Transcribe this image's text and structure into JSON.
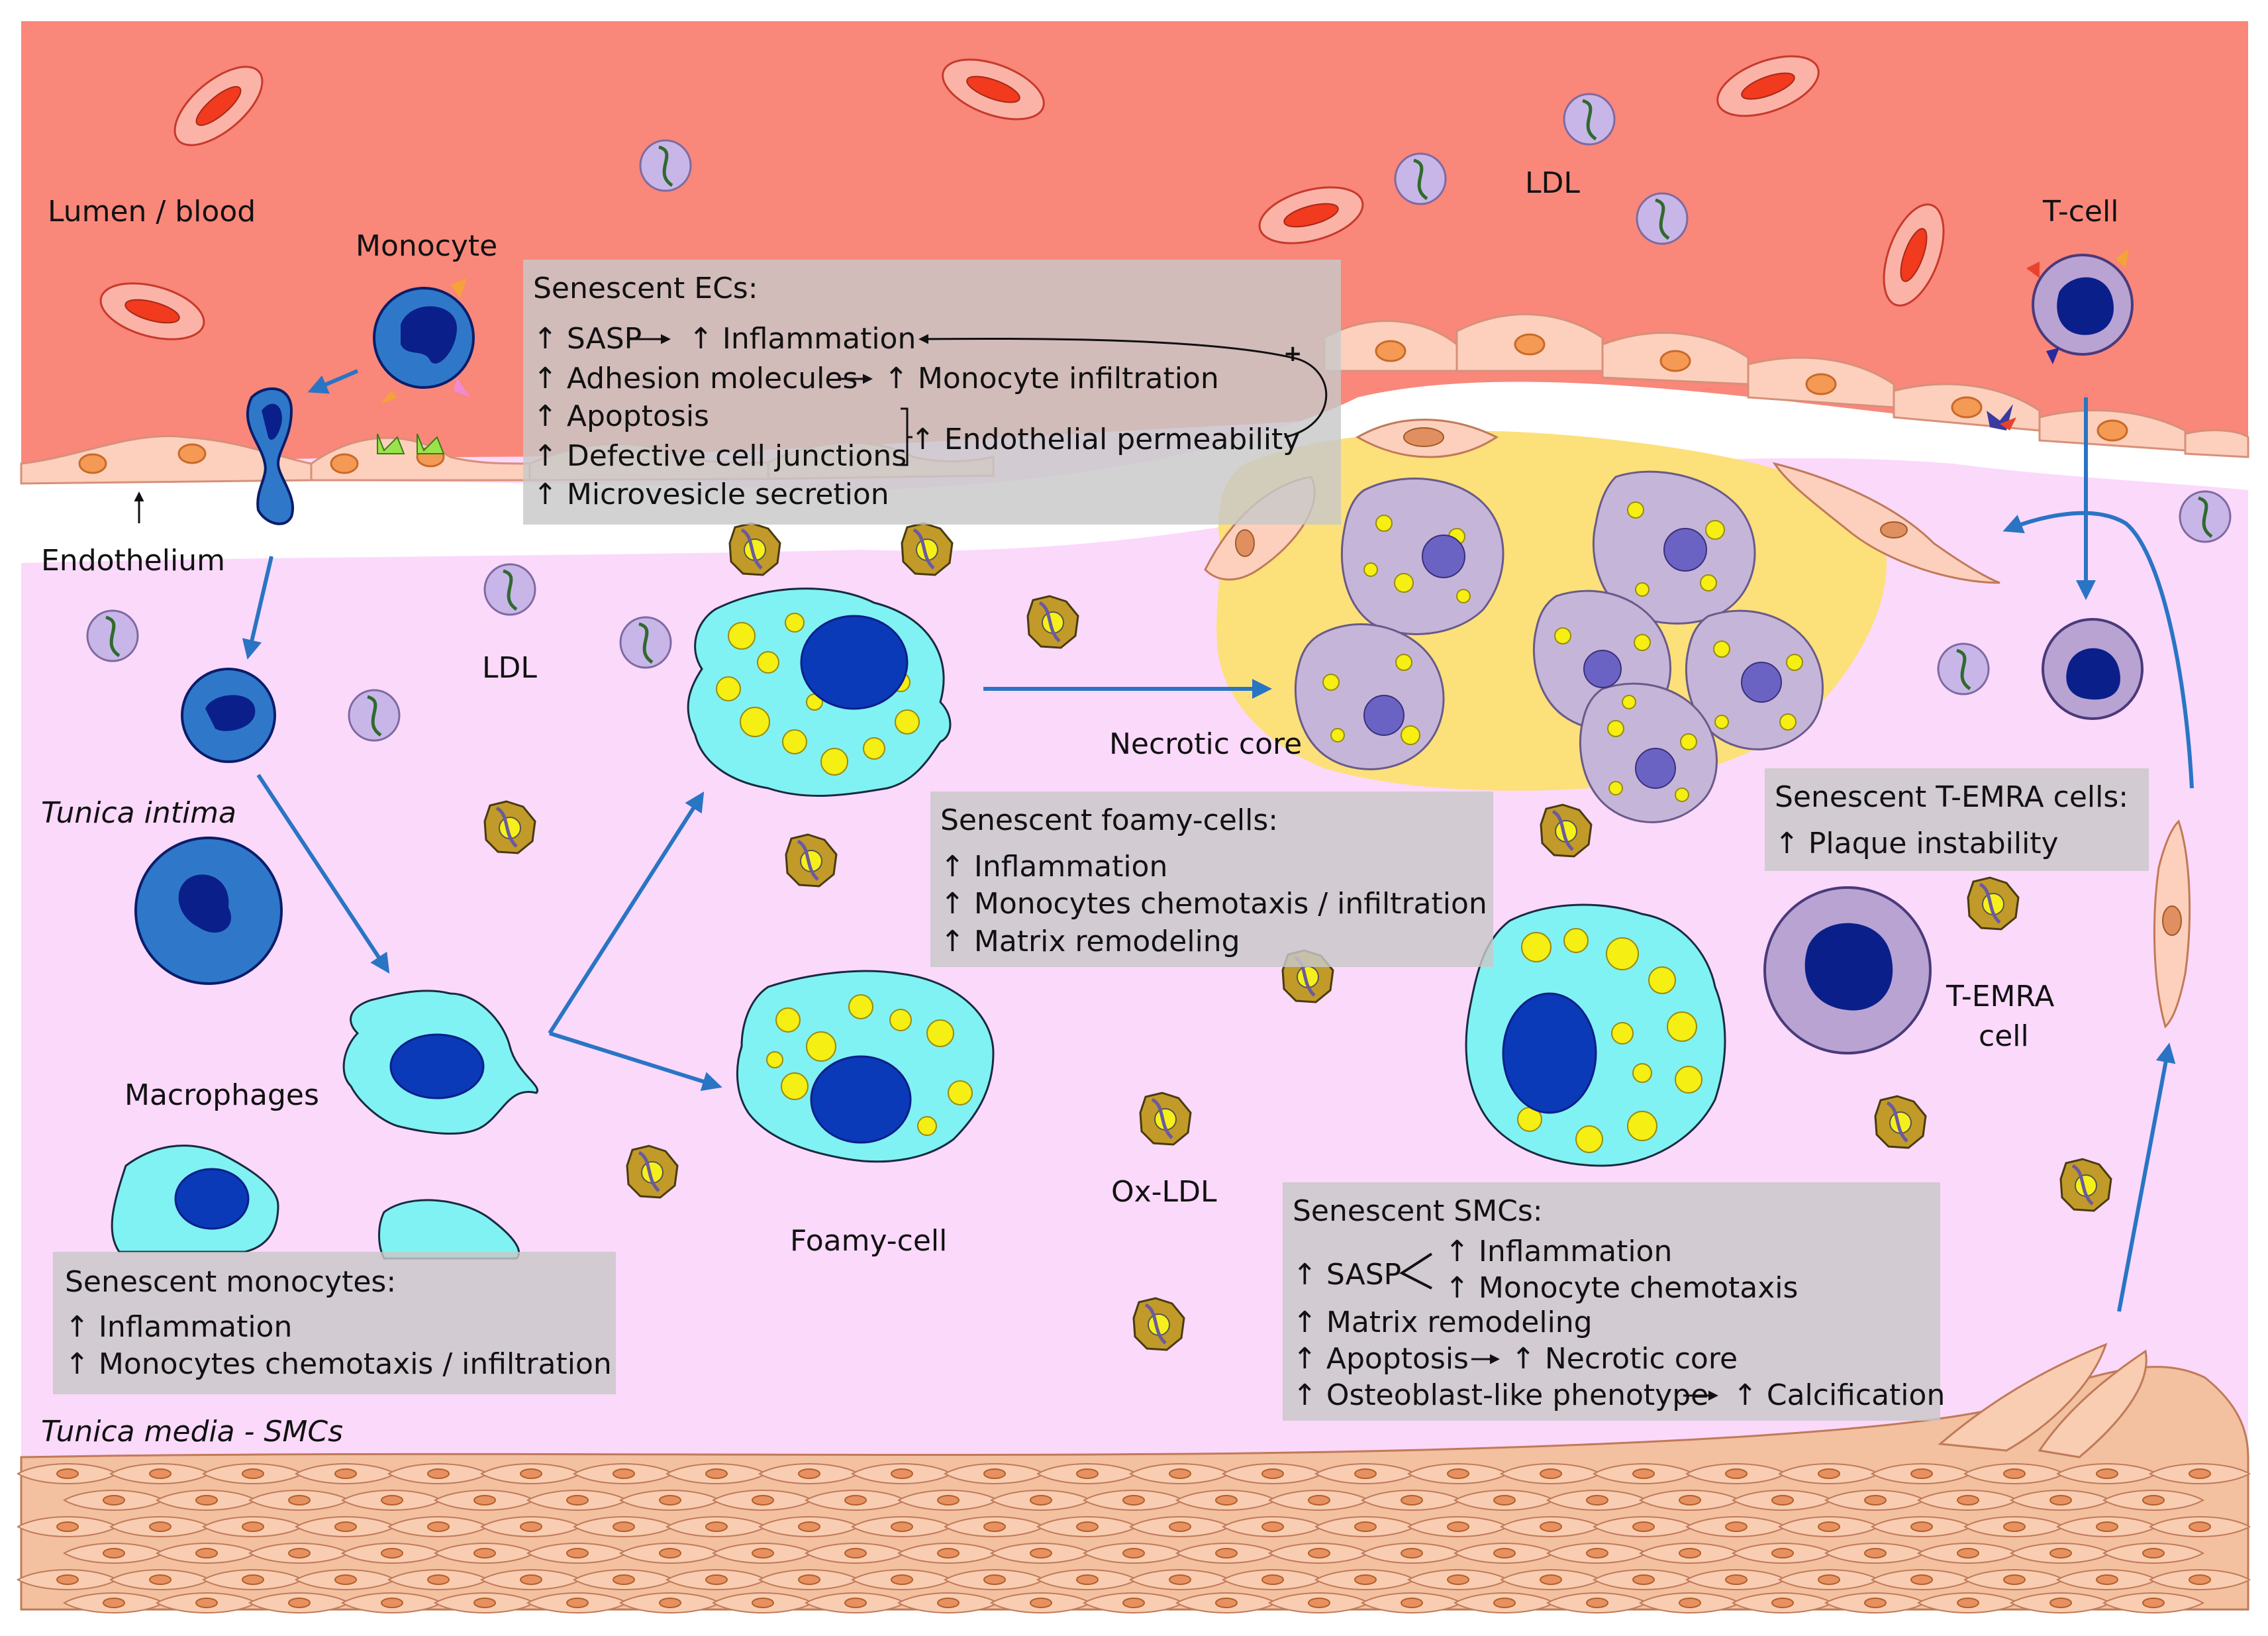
{
  "regions": {
    "lumen": "Lumen / blood",
    "endothelium": "Endothelium",
    "intima": "Tunica intima",
    "media": "Tunica media - SMCs"
  },
  "cells": {
    "monocyte": "Monocyte",
    "t_cell": "T-cell",
    "ldl_top": "LDL",
    "ldl_mid": "LDL",
    "macrophages": "Macrophages",
    "foamy_cell": "Foamy-cell",
    "ox_ldl": "Ox-LDL",
    "necrotic_core": "Necrotic core",
    "t_emra_line1": "T-EMRA",
    "t_emra_line2": "cell"
  },
  "boxes": {
    "ecs": {
      "title": "Senescent ECs:",
      "sasp": "↑ SASP",
      "inflammation": "↑ Inflammation",
      "adhesion": "↑ Adhesion molecules",
      "monocyte_infiltration": "↑ Monocyte infiltration",
      "apoptosis": "↑ Apoptosis",
      "junctions": "↑ Defective cell junctions",
      "permeability": "↑ Endothelial permeability",
      "microvesicle": "↑ Microvesicle secretion",
      "plus": "+"
    },
    "foamy": {
      "title": "Senescent foamy-cells:",
      "l1": "↑ Inflammation",
      "l2": "↑ Monocytes chemotaxis / infiltration",
      "l3": "↑ Matrix remodeling"
    },
    "temra": {
      "title": "Senescent T-EMRA cells:",
      "l1": "↑ Plaque instability"
    },
    "monocytes": {
      "title": "Senescent monocytes:",
      "l1": "↑ Inflammation",
      "l2": "↑ Monocytes chemotaxis / infiltration"
    },
    "smcs": {
      "title": "Senescent SMCs:",
      "sasp": "↑ SASP",
      "inflammation": "↑ Inflammation",
      "chemotaxis": "↑ Monocyte chemotaxis",
      "matrix": "↑ Matrix remodeling",
      "apoptosis": "↑ Apoptosis",
      "necrotic": "↑ Necrotic core",
      "osteo": "↑ Osteoblast-like phenotype",
      "calc": "↑ Calcification"
    }
  },
  "colors": {
    "lumen": "#f9877a",
    "intima": "#fbd9fb",
    "endothelial_cell": "#fcd0bd",
    "smc": "#f8c7a4",
    "monocyte": "#2f78c9",
    "nucleus": "#0a1f8a",
    "macrophage": "#80f2f3",
    "lipid": "#f5ef13",
    "necrotic": "#fce07a",
    "t_cell": "#b9a3d2",
    "arrow": "#2a74c4",
    "box": "#c8c8c8"
  }
}
